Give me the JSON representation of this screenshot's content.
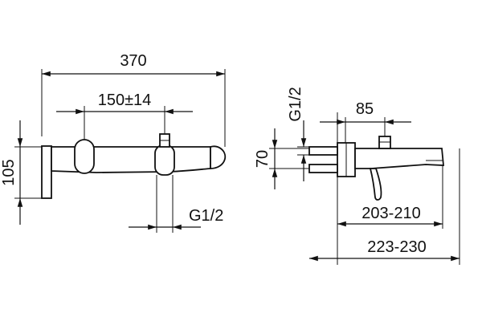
{
  "front_view": {
    "width_total": "370",
    "center_distance": "150±14",
    "height": "105",
    "connection": "G1/2"
  },
  "side_view": {
    "connection": "G1/2",
    "inlet_spacing": "85",
    "height": "70",
    "projection_short": "203-210",
    "projection_long": "223-230"
  }
}
